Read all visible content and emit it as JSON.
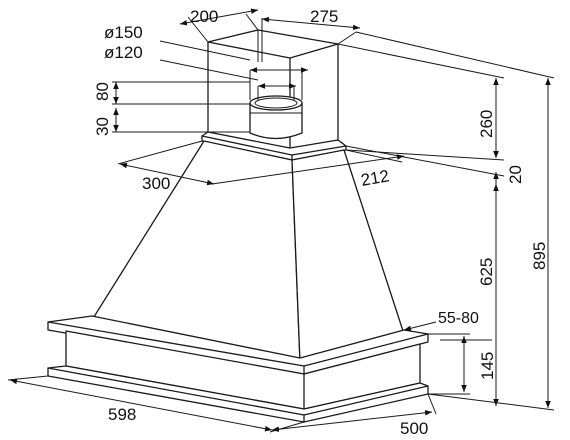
{
  "dims": {
    "d200": "200",
    "d275": "275",
    "d150": "ø150",
    "d120": "ø120",
    "d80": "80",
    "d30": "30",
    "d300": "300",
    "d212": "212",
    "d260": "260",
    "d20": "20",
    "d625": "625",
    "d895": "895",
    "d55_80": "55-80",
    "d145": "145",
    "d598": "598",
    "d500": "500"
  }
}
